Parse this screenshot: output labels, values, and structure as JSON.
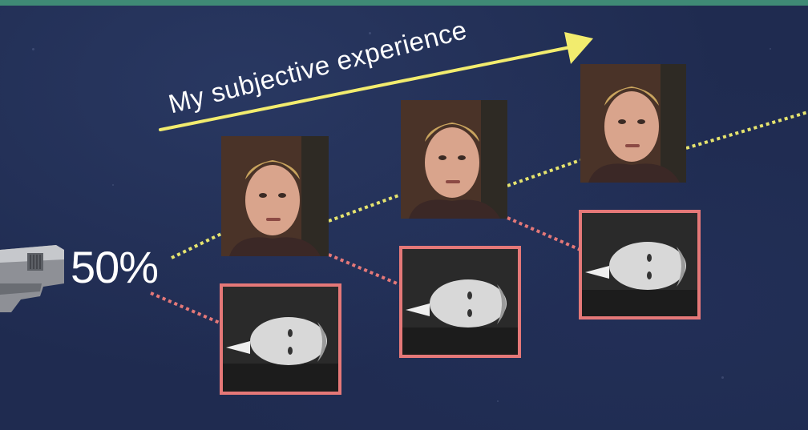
{
  "slide": {
    "axis_caption": "My subjective experience",
    "probability_label": "50%"
  },
  "colors": {
    "background": "#1f2b50",
    "arrow": "#f2ec6e",
    "upright_path": "#e6e46e",
    "flipped_path": "#e57878",
    "top_bar": "#3f8a75"
  },
  "icons": [
    "pistol-icon"
  ],
  "photos": {
    "upright": [
      "upright-face",
      "upright-face",
      "upright-face"
    ],
    "flipped": [
      "flipped-face",
      "flipped-face",
      "flipped-face"
    ]
  }
}
